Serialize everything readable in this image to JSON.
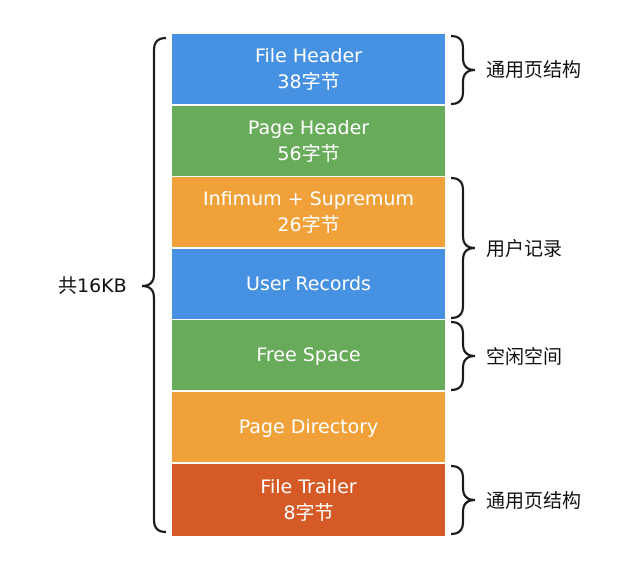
{
  "total_label": "共16KB",
  "blocks": [
    {
      "name": "File Header",
      "size": "38字节",
      "color": "#4791E3"
    },
    {
      "name": "Page Header",
      "size": "56字节",
      "color": "#67AB5B"
    },
    {
      "name": "Infimum + Supremum",
      "size": "26字节",
      "color": "#F0A13A"
    },
    {
      "name": "User Records",
      "size": "",
      "color": "#4791E3"
    },
    {
      "name": "Free Space",
      "size": "",
      "color": "#67AB5B"
    },
    {
      "name": "Page Directory",
      "size": "",
      "color": "#F0A13A"
    },
    {
      "name": "File Trailer",
      "size": "8字节",
      "color": "#D55A26"
    }
  ],
  "groups": [
    {
      "label": "通用页结构"
    },
    {
      "label": "用户记录"
    },
    {
      "label": "空闲空间"
    },
    {
      "label": "通用页结构"
    }
  ]
}
